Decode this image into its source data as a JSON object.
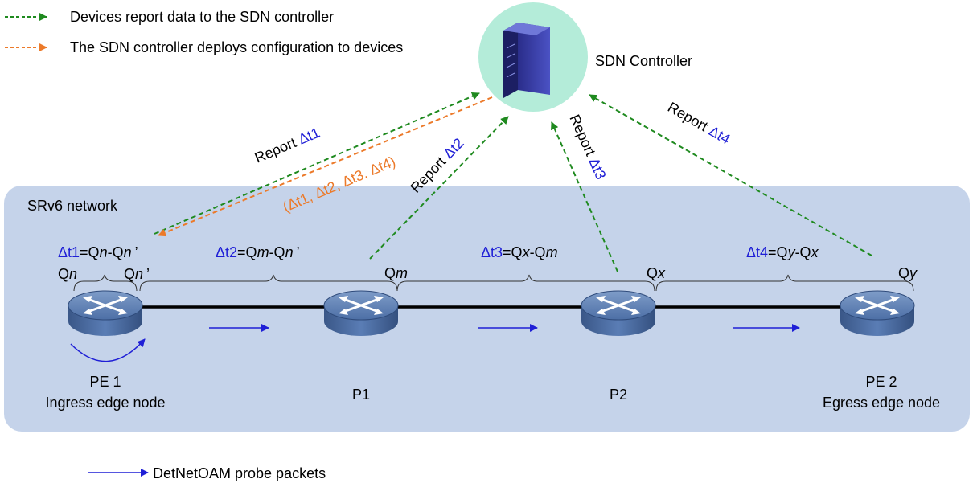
{
  "legend": {
    "green_label": "Devices report data to the SDN controller",
    "orange_label": "The SDN controller deploys configuration to devices",
    "probe_label": "DetNetOAM probe packets"
  },
  "controller": {
    "label": "SDN Controller"
  },
  "network": {
    "label": "SRv6 network"
  },
  "nodes": [
    {
      "name": "PE 1",
      "role": "Ingress edge node"
    },
    {
      "name": "P1",
      "role": ""
    },
    {
      "name": "P2",
      "role": ""
    },
    {
      "name": "PE 2",
      "role": "Egress edge node"
    }
  ],
  "reports": {
    "r1_word": "Report ",
    "r1_val": "Δt1",
    "r2_word": "Report ",
    "r2_val": "Δt2",
    "r3_word": "Report ",
    "r3_val": "Δt3",
    "r4_word": "Report ",
    "r4_val": "Δt4",
    "config": "(Δt1, Δt2, Δt3, Δt4)"
  },
  "formulas": {
    "f1": {
      "d": "Δt1",
      "eq": "=Q",
      "v1": "n",
      "mid": "-Q",
      "v2": "n",
      "tail": "’"
    },
    "f2": {
      "d": "Δt2",
      "eq": "=Q",
      "v1": "m",
      "mid": "-Q",
      "v2": "n",
      "tail": "’"
    },
    "f3": {
      "d": "Δt3",
      "eq": "=Q",
      "v1": "x",
      "mid": "-Q",
      "v2": "m",
      "tail": ""
    },
    "f4": {
      "d": "Δt4",
      "eq": "=Q",
      "v1": "y",
      "mid": "-Q",
      "v2": "x",
      "tail": ""
    }
  },
  "queues": {
    "qn": {
      "q": "Q",
      "v": "n",
      "tail": ""
    },
    "qn2": {
      "q": "Q",
      "v": "n",
      "tail": "’"
    },
    "qm": {
      "q": "Q",
      "v": "m",
      "tail": ""
    },
    "qx": {
      "q": "Q",
      "v": "x",
      "tail": ""
    },
    "qy": {
      "q": "Q",
      "v": "y",
      "tail": ""
    }
  },
  "colors": {
    "report": "#1f8a1f",
    "config": "#ec7a2a",
    "probe": "#1f1fd6",
    "delta_text": "#1f1fd6",
    "network_bg": "#c5d3ea",
    "controller_halo": "#b4ecd9"
  }
}
